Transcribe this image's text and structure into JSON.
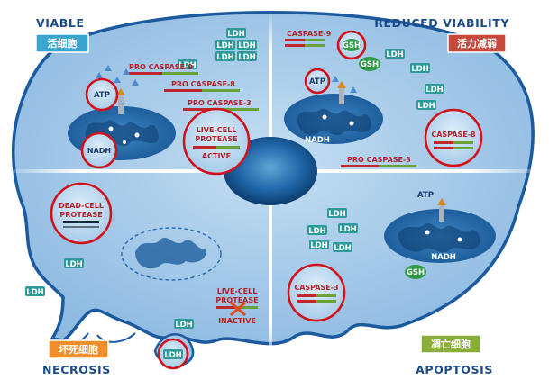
{
  "quadrants": {
    "viable": "VIABLE",
    "reduced": "REDUCED VIABILITY",
    "necrosis": "NECROSIS",
    "apoptosis": "APOPTOSIS"
  },
  "badges": {
    "viable": "活细胞",
    "reduced": "活力减弱",
    "necrosis": "坏死细胞",
    "apoptosis": "凋亡细胞"
  },
  "colors": {
    "viable_badge": "#3aa6cf",
    "reduced_badge": "#c8483c",
    "necrosis_badge": "#ef8e2c",
    "apoptosis_badge": "#8aae3a",
    "highlight_ring": "#d0131b",
    "caspase_text": "#b5232a"
  },
  "labels": {
    "ldh": "LDH",
    "atp": "ATP",
    "gsh": "GSH",
    "nadh": "NADH",
    "pro_caspase9": "PRO CASPASE-9",
    "pro_caspase8": "PRO CASPASE-8",
    "pro_caspase3": "PRO CASPASE-3",
    "caspase9": "CASPASE-9",
    "caspase8": "CASPASE-8",
    "caspase3": "CASPASE-3",
    "live_cell": "LIVE-CELL",
    "protease": "PROTEASE",
    "active": "ACTIVE",
    "inactive": "INACTIVE",
    "dead_cell": "DEAD-CELL"
  }
}
